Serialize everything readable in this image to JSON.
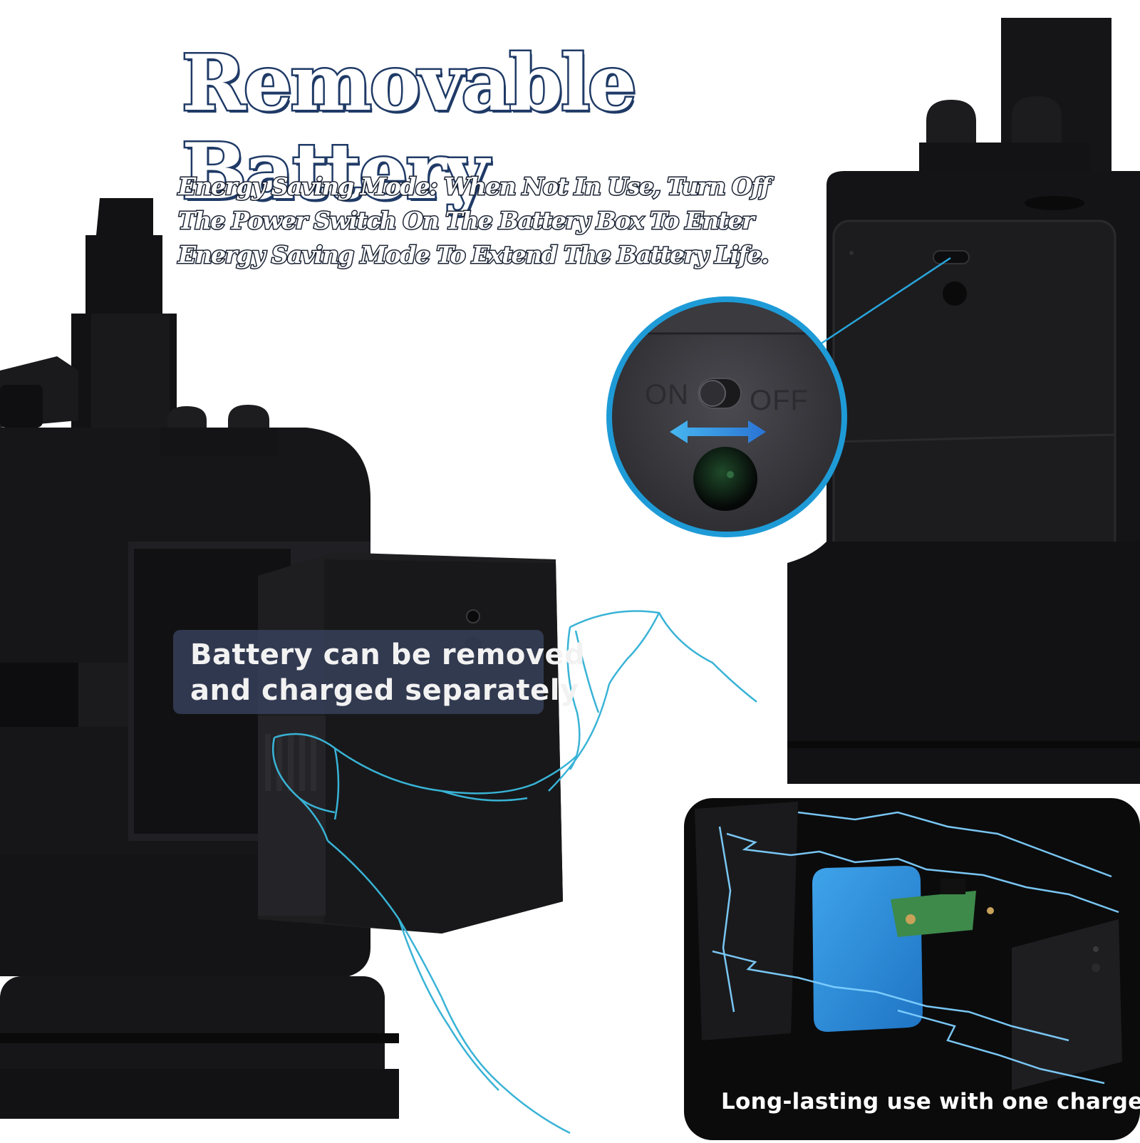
{
  "title": "Removable Battery",
  "subtitle": {
    "line1": "Energy Saving Mode: When Not In Use, Turn Off",
    "line2": "The Power Switch On The Battery Box To Enter",
    "line3": "Energy Saving Mode To Extend The Battery Life."
  },
  "callout": {
    "line1": "Battery can be removed",
    "line2": "and charged separately"
  },
  "zoom": {
    "on_label": "ON",
    "off_label": "OFF"
  },
  "inset": {
    "caption": "Long-lasting use with one charge"
  },
  "colors": {
    "title_outline": "#1f3a66",
    "accent_blue": "#1e9bd7",
    "device_black": "#141416",
    "battery_blue": "#2f8fd8",
    "pcb_green": "#3d8a4a"
  }
}
